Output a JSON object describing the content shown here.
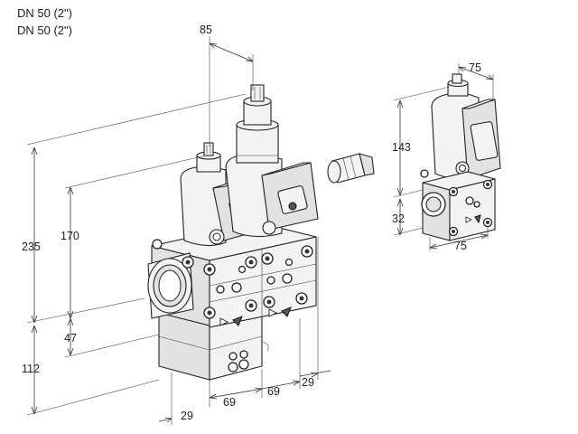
{
  "header": {
    "line1": "DN 50 (2\")",
    "line2": "DN 50 (2\")"
  },
  "dimensions": {
    "left_view": {
      "top_width": "85",
      "overall_height": "235",
      "valve_height": "170",
      "bottom_offset": "47",
      "lower_height": "112",
      "depth_front": "29",
      "spacing_1": "69",
      "spacing_2": "69",
      "depth_rear": "29"
    },
    "right_view": {
      "top_width": "75",
      "height": "143",
      "flange_height": "32",
      "bottom_width": "75"
    }
  }
}
